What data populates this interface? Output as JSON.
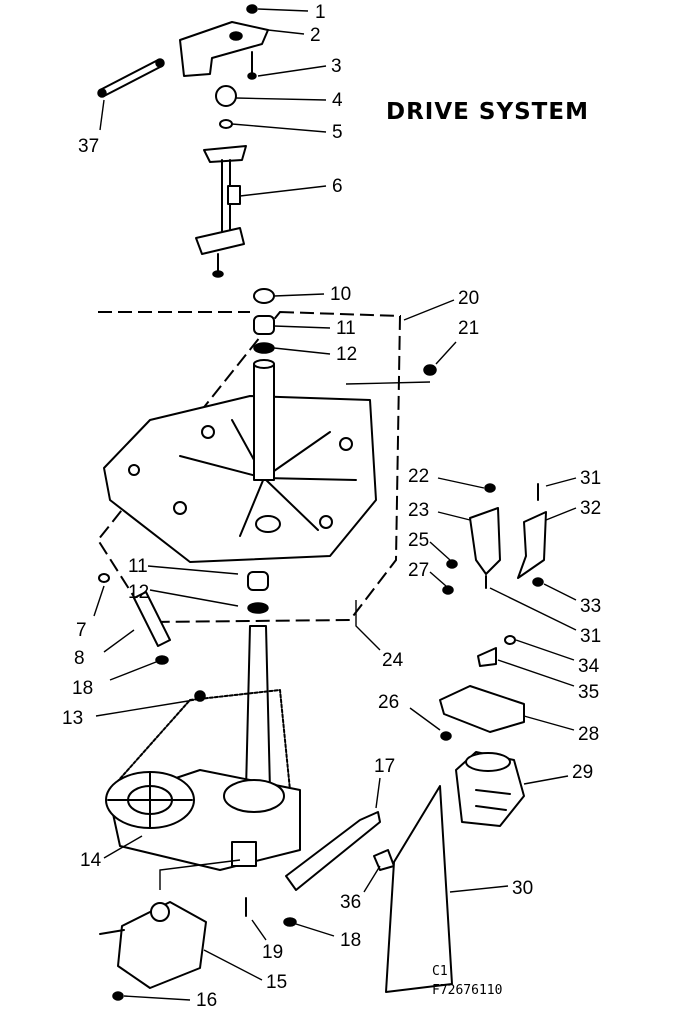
{
  "diagram": {
    "title": "DRIVE SYSTEM",
    "footer_code_line1": "C1",
    "footer_code_line2": "F72676110",
    "callouts": [
      {
        "id": "c1",
        "label": "1"
      },
      {
        "id": "c2",
        "label": "2"
      },
      {
        "id": "c3",
        "label": "3"
      },
      {
        "id": "c4",
        "label": "4"
      },
      {
        "id": "c5",
        "label": "5"
      },
      {
        "id": "c6",
        "label": "6"
      },
      {
        "id": "c37",
        "label": "37"
      },
      {
        "id": "c10",
        "label": "10"
      },
      {
        "id": "c11a",
        "label": "11"
      },
      {
        "id": "c12a",
        "label": "12"
      },
      {
        "id": "c20",
        "label": "20"
      },
      {
        "id": "c21",
        "label": "21"
      },
      {
        "id": "c22",
        "label": "22"
      },
      {
        "id": "c23",
        "label": "23"
      },
      {
        "id": "c25",
        "label": "25"
      },
      {
        "id": "c27",
        "label": "27"
      },
      {
        "id": "c31a",
        "label": "31"
      },
      {
        "id": "c32",
        "label": "32"
      },
      {
        "id": "c33",
        "label": "33"
      },
      {
        "id": "c31b",
        "label": "31"
      },
      {
        "id": "c34",
        "label": "34"
      },
      {
        "id": "c35",
        "label": "35"
      },
      {
        "id": "c11b",
        "label": "11"
      },
      {
        "id": "c12b",
        "label": "12"
      },
      {
        "id": "c7",
        "label": "7"
      },
      {
        "id": "c8",
        "label": "8"
      },
      {
        "id": "c18a",
        "label": "18"
      },
      {
        "id": "c24",
        "label": "24"
      },
      {
        "id": "c13",
        "label": "13"
      },
      {
        "id": "c26",
        "label": "26"
      },
      {
        "id": "c28",
        "label": "28"
      },
      {
        "id": "c17",
        "label": "17"
      },
      {
        "id": "c29",
        "label": "29"
      },
      {
        "id": "c14",
        "label": "14"
      },
      {
        "id": "c36",
        "label": "36"
      },
      {
        "id": "c30",
        "label": "30"
      },
      {
        "id": "c19",
        "label": "19"
      },
      {
        "id": "c18b",
        "label": "18"
      },
      {
        "id": "c15",
        "label": "15"
      },
      {
        "id": "c16",
        "label": "16"
      }
    ]
  }
}
